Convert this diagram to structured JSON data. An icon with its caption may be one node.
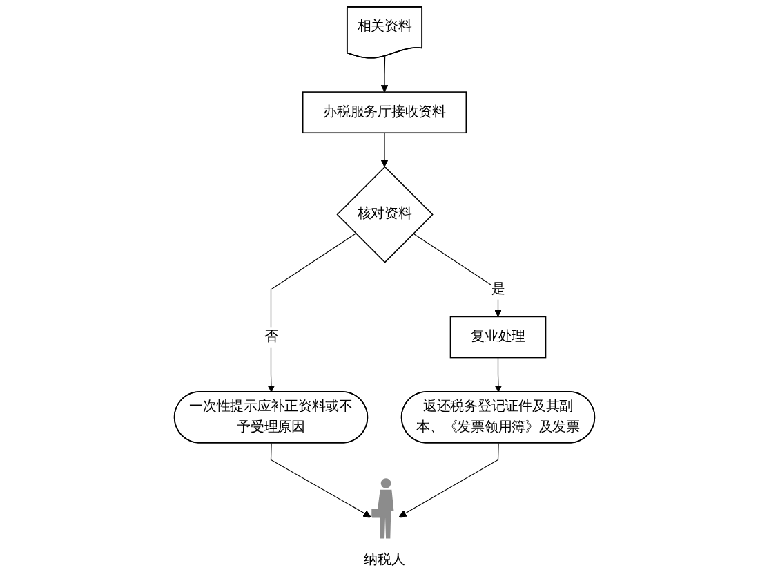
{
  "diagram": {
    "nodes": [
      {
        "text": [
          "纳税人"
        ]
      },
      {
        "text": [
          "相关资料"
        ]
      },
      {
        "text": [
          "办税服务厅接收资料"
        ]
      },
      {
        "text": [
          "核对资料"
        ]
      },
      {
        "text": [
          "一次性提示应补正资料或不予受理原因"
        ]
      },
      {
        "text": [
          "复业处理"
        ]
      },
      {
        "text": [
          "返还税务登记证件及其副本、《发票领用簿》及发票"
        ]
      }
    ],
    "edges": [
      {
        "from": 1,
        "to": 2,
        "arrow": "to"
      },
      {
        "from": 2,
        "to": 3,
        "arrow": "to"
      },
      {
        "from": 3,
        "to": 4,
        "arrow": "to",
        "label": "否"
      },
      {
        "from": 4,
        "to": 0,
        "arrow": "to"
      },
      {
        "from": 3,
        "to": 5,
        "arrow": "to",
        "label": "是"
      },
      {
        "from": 5,
        "to": 6,
        "arrow": "to"
      },
      {
        "from": 6,
        "to": 0,
        "arrow": "to"
      }
    ]
  }
}
